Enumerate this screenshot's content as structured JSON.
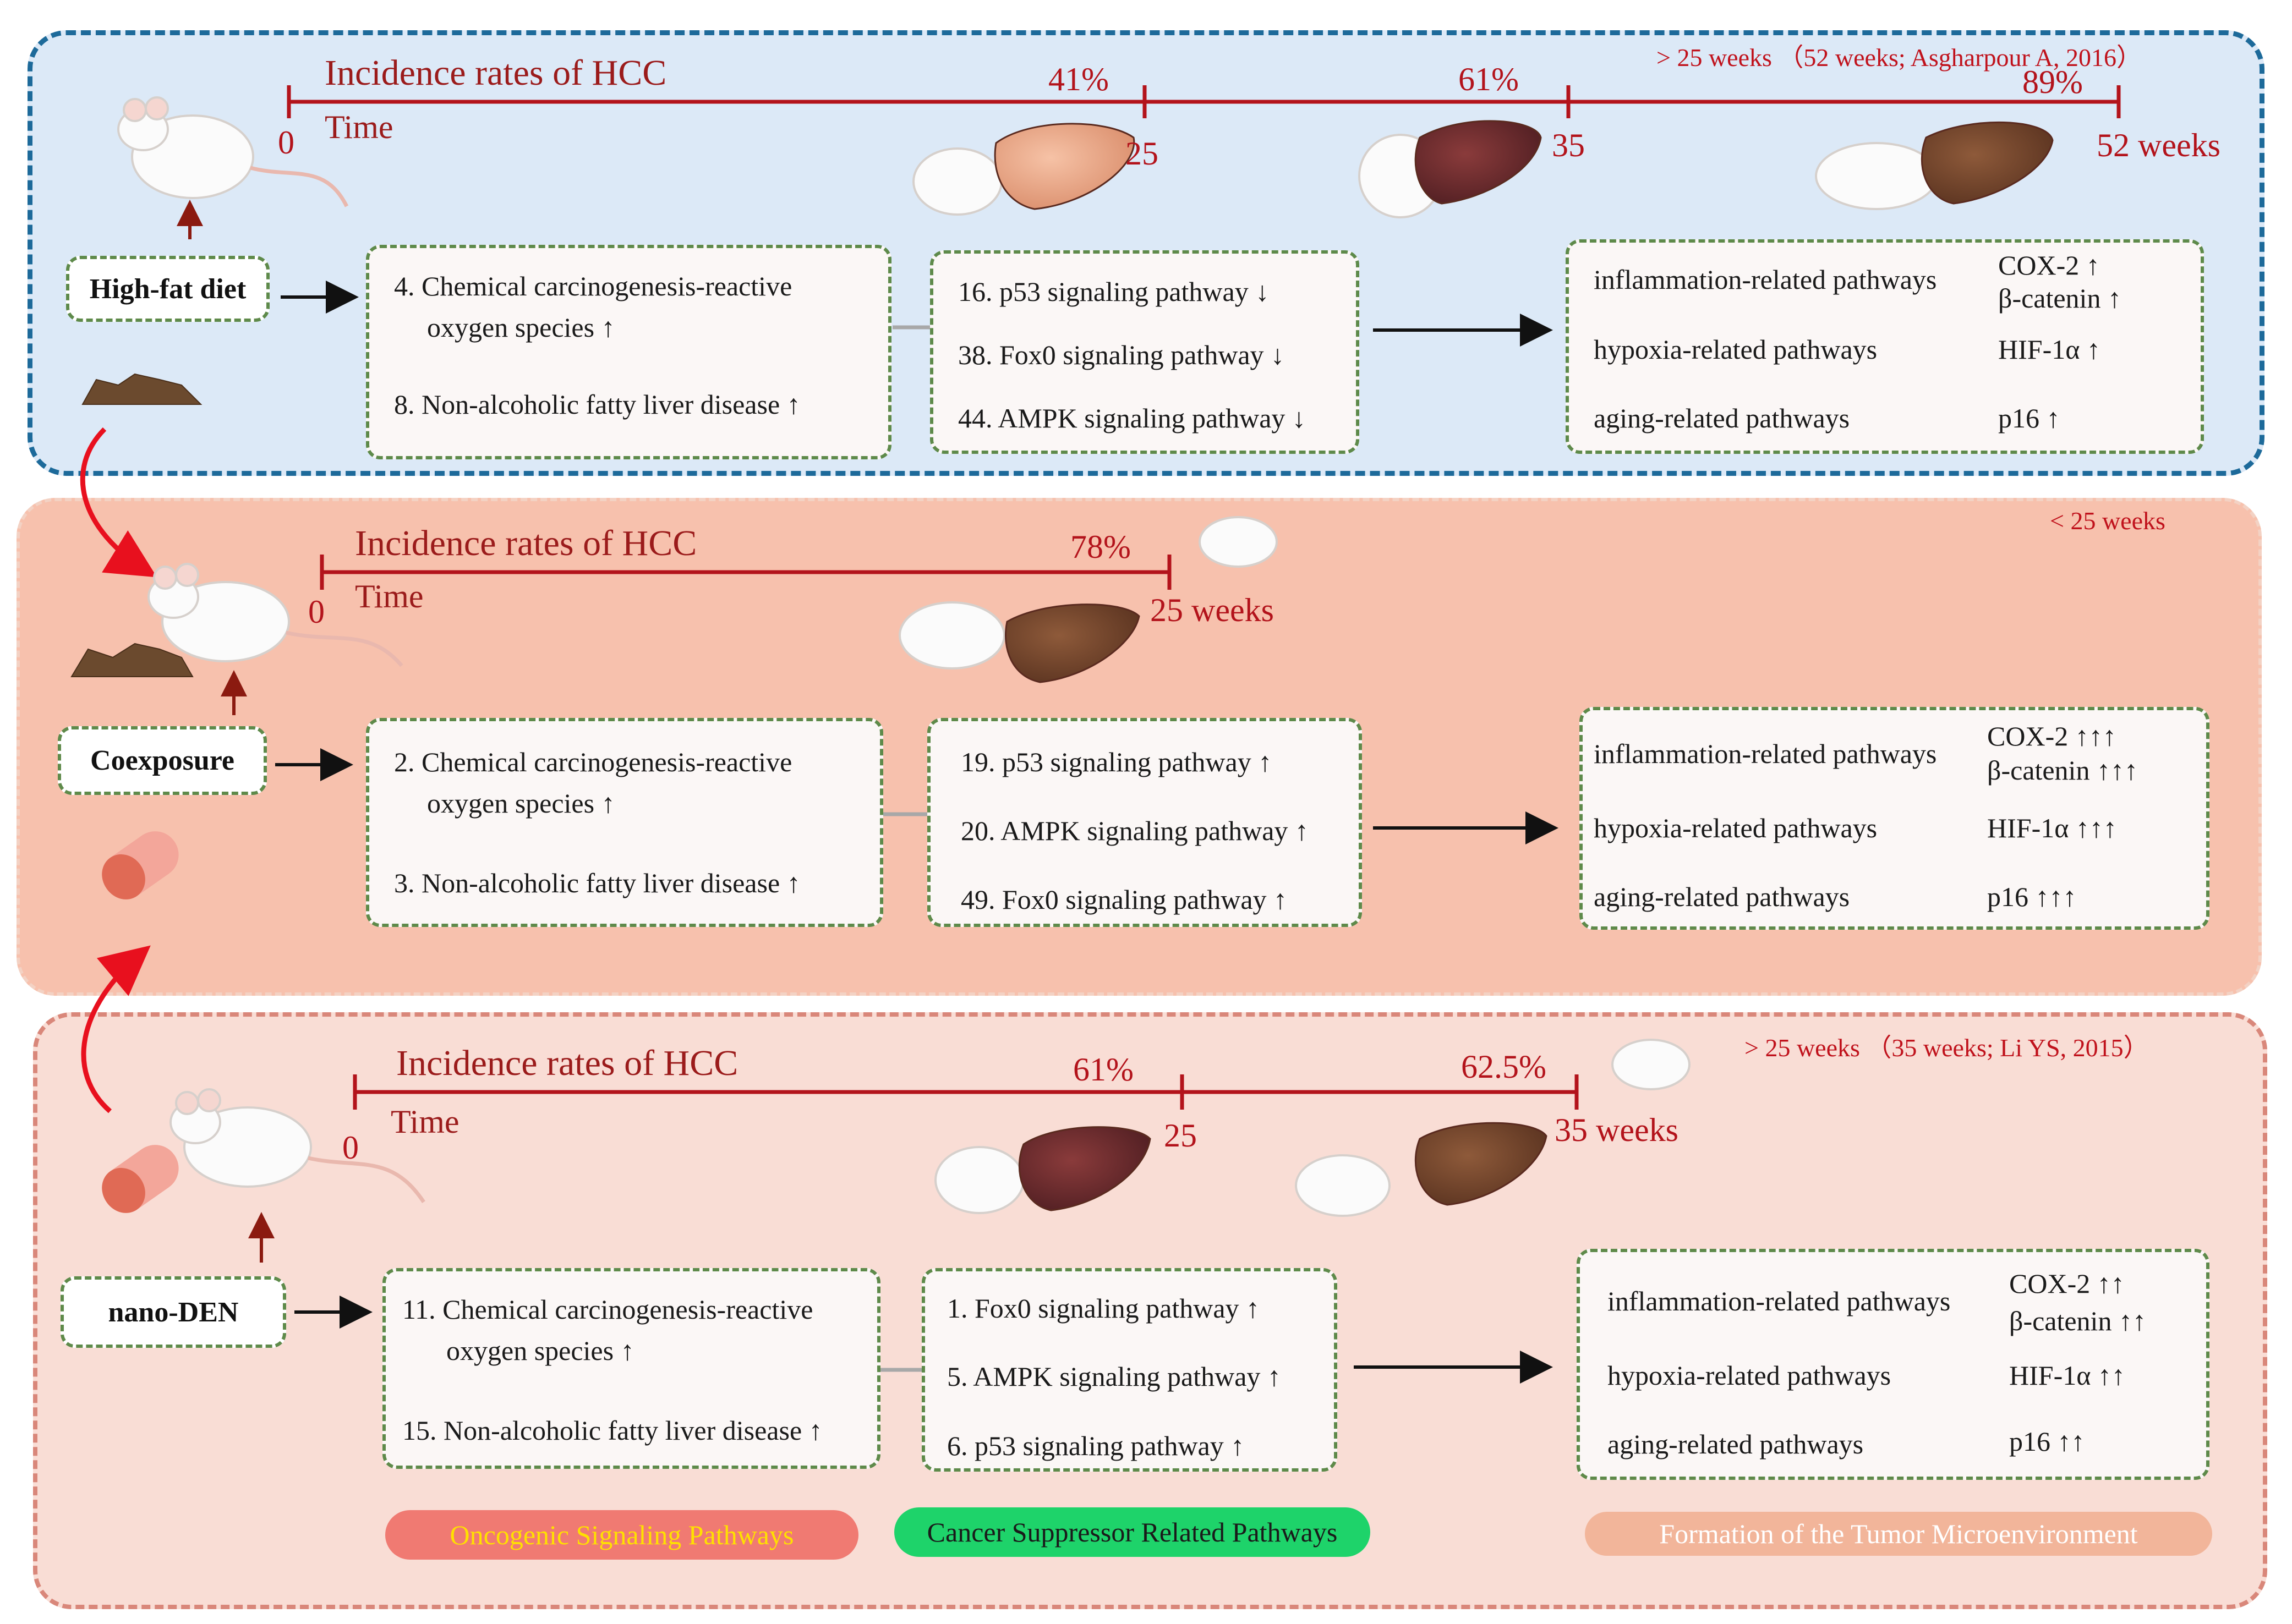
{
  "panels": [
    {
      "note": "> 25 weeks （52 weeks; Asgharpour A, 2016）",
      "title": "Incidence rates of HCC",
      "time_label": "Time",
      "start": "0",
      "ticks": [
        "25",
        "35",
        "52 weeks"
      ],
      "rates": [
        "41%",
        "61%",
        "89%"
      ],
      "exposure": "High-fat diet",
      "oncogenic": [
        "4. Chemical carcinogenesis-reactive",
        "oxygen species ↑",
        "8. Non-alcoholic fatty liver disease ↑"
      ],
      "suppressor": [
        "16. p53 signaling pathway  ↓",
        "38. Fox0 signaling pathway ↓",
        "44. AMPK signaling pathway ↓"
      ],
      "tme_pathways": [
        "inflammation-related pathways",
        "hypoxia-related pathways",
        "aging-related pathways"
      ],
      "tme_markers": [
        "COX-2 ↑",
        "β-catenin ↑",
        "HIF-1α ↑",
        "p16 ↑"
      ]
    },
    {
      "note": "< 25 weeks",
      "title": "Incidence rates of HCC",
      "time_label": "Time",
      "start": "0",
      "ticks": [
        "25 weeks"
      ],
      "rates": [
        "78%"
      ],
      "exposure": "Coexposure",
      "oncogenic": [
        "2. Chemical carcinogenesis-reactive",
        "oxygen species ↑",
        "3. Non-alcoholic fatty liver disease ↑"
      ],
      "suppressor": [
        "19. p53 signaling pathway  ↑",
        "20. AMPK signaling pathway ↑",
        "49. Fox0 signaling pathway  ↑"
      ],
      "tme_pathways": [
        "inflammation-related pathways",
        "hypoxia-related pathways",
        "aging-related pathways"
      ],
      "tme_markers": [
        "COX-2  ↑↑↑",
        "β-catenin  ↑↑↑",
        "HIF-1α  ↑↑↑",
        "p16  ↑↑↑"
      ]
    },
    {
      "note": "> 25 weeks  （35 weeks; Li YS, 2015）",
      "title": "Incidence rates of HCC",
      "time_label": "Time",
      "start": "0",
      "ticks": [
        "25",
        "35 weeks"
      ],
      "rates": [
        "61%",
        "62.5%"
      ],
      "exposure": "nano-DEN",
      "oncogenic": [
        "11. Chemical carcinogenesis-reactive",
        "oxygen species ↑",
        "15. Non-alcoholic fatty liver disease ↑"
      ],
      "suppressor": [
        "1. Fox0 signaling pathway  ↑",
        "5. AMPK signaling pathway ↑",
        "6. p53 signaling pathway  ↑"
      ],
      "tme_pathways": [
        "inflammation-related pathways",
        "hypoxia-related pathways",
        "aging-related pathways"
      ],
      "tme_markers": [
        "COX-2  ↑↑",
        "β-catenin  ↑↑",
        "HIF-1α  ↑↑",
        "p16  ↑↑"
      ]
    }
  ],
  "legend": {
    "oncogenic": "Oncogenic Signaling Pathways",
    "suppressor": "Cancer Suppressor Related Pathways",
    "tme": "Formation of the Tumor Microenvironment"
  },
  "colors": {
    "panel1_bg": "#dce9f7",
    "panel1_border": "#1d6a9a",
    "panel2_bg": "#f7c1ad",
    "panel3_bg": "#f9ddd5",
    "panel3_border": "#d9877a",
    "timeline": "#b3131b",
    "box_border": "#5e8a4a",
    "legend_oncogenic": "#f07a72",
    "legend_suppressor": "#1ed36a",
    "legend_tme": "#f2b59a"
  }
}
